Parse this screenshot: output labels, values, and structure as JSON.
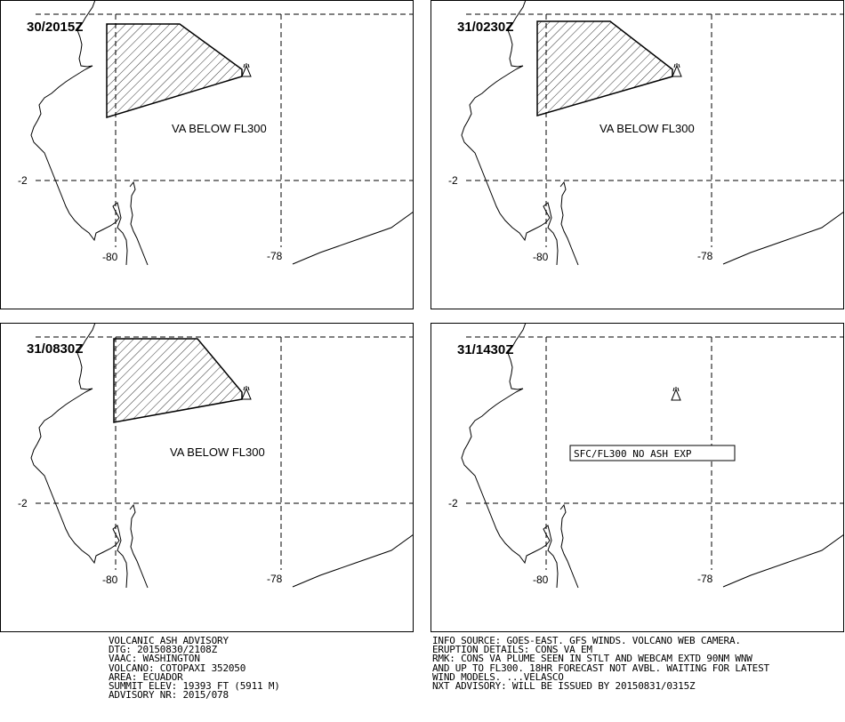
{
  "panels": [
    {
      "time": "30/2015Z",
      "annotation": "VA  BELOW FL300"
    },
    {
      "time": "31/0230Z",
      "annotation": "VA  BELOW FL300"
    },
    {
      "time": "31/0830Z",
      "annotation": "VA  BELOW FL300"
    },
    {
      "time": "31/1430Z",
      "annotation": "SFC/FL300 NO ASH EXP"
    }
  ],
  "grid_labels": {
    "lat": "-2",
    "lon_west": "-80",
    "lon_east": "-78"
  },
  "advisory": {
    "lines": [
      "VOLCANIC ASH ADVISORY",
      "DTG: 20150830/2108Z",
      "VAAC: WASHINGTON",
      "VOLCANO: COTOPAXI 352050",
      "AREA: ECUADOR",
      "SUMMIT ELEV: 19393 FT (5911 M)",
      "ADVISORY NR: 2015/078"
    ]
  },
  "info": {
    "lines": [
      "INFO SOURCE: GOES-EAST. GFS WINDS. VOLCANO WEB CAMERA.",
      "ERUPTION DETAILS: CONS VA EM",
      "RMK: CONS VA PLUME SEEN IN STLT AND WEBCAM EXTD 90NM WNW",
      "AND UP TO FL300. 18HR FORECAST NOT AVBL. WAITING FOR LATEST",
      "WIND MODELS. ...VELASCO",
      "NXT ADVISORY: WILL BE ISSUED BY 20150831/0315Z"
    ]
  }
}
